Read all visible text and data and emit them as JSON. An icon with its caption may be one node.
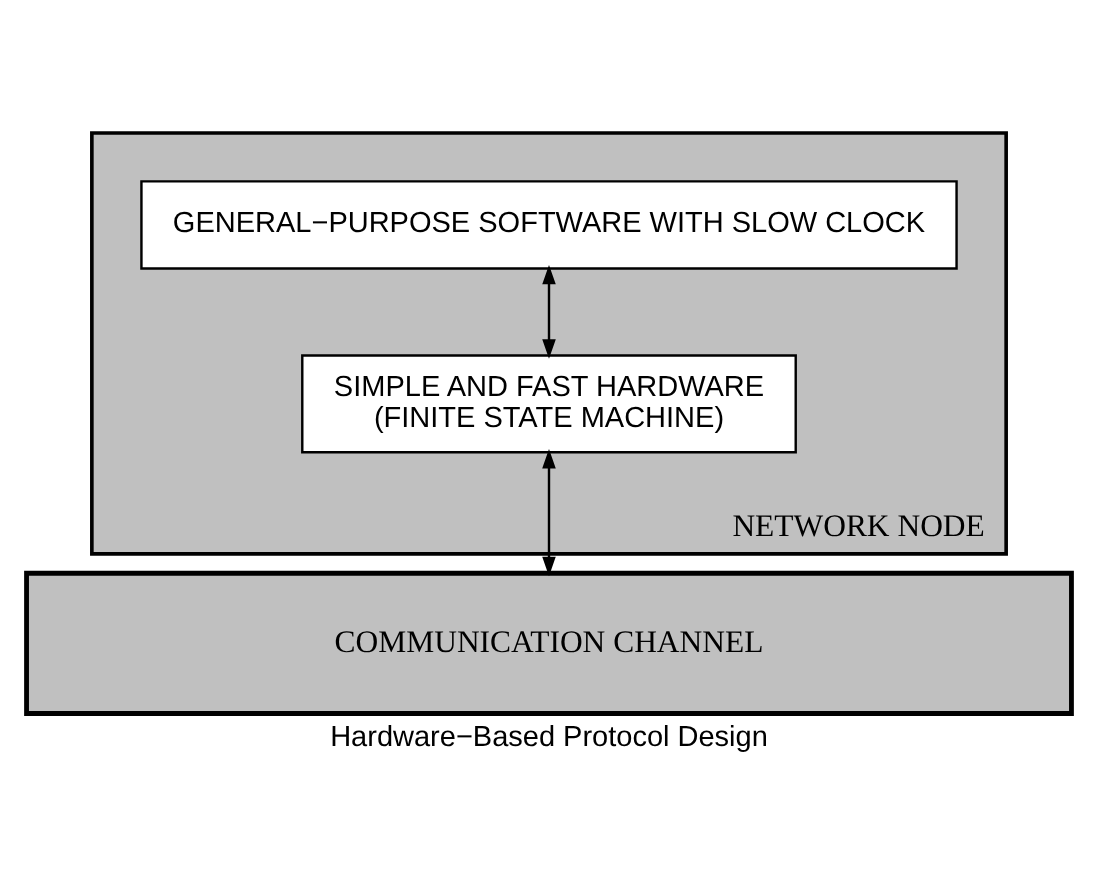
{
  "diagram": {
    "caption": "Hardware−Based Protocol Design",
    "nodes": [
      {
        "text": [
          "NETWORK NODE"
        ]
      },
      {
        "text": [
          "GENERAL−PURPOSE SOFTWARE WITH SLOW CLOCK"
        ],
        "in": 0
      },
      {
        "text": [
          "SIMPLE AND FAST HARDWARE",
          "(FINITE STATE MACHINE)"
        ],
        "in": 0
      },
      {
        "text": [
          "COMMUNICATION CHANNEL"
        ]
      }
    ],
    "edges": [
      {
        "from": 1,
        "to": 2,
        "arrow": "both"
      },
      {
        "from": 2,
        "to": 3,
        "arrow": "both"
      }
    ]
  }
}
